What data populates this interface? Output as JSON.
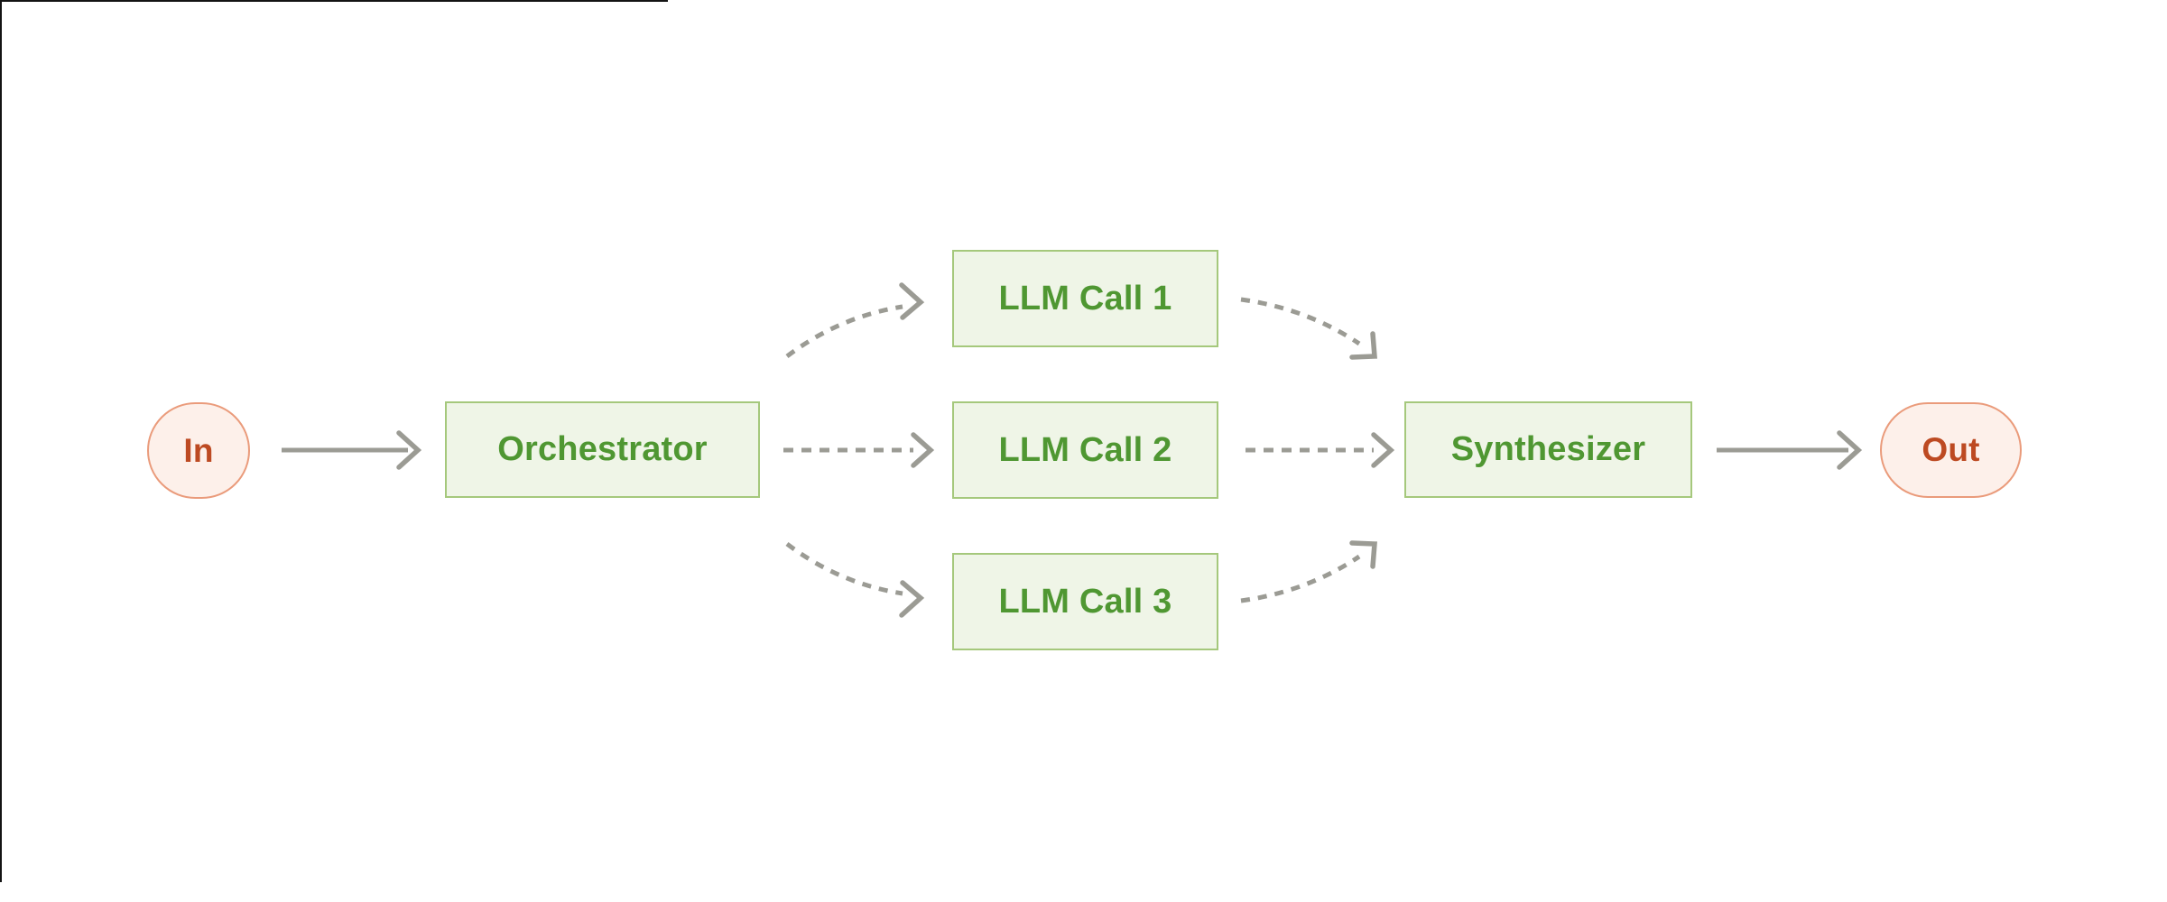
{
  "nodes": {
    "in": {
      "label": "In"
    },
    "orchestrator": {
      "label": "Orchestrator"
    },
    "llm_call_1": {
      "label": "LLM Call 1"
    },
    "llm_call_2": {
      "label": "LLM Call 2"
    },
    "llm_call_3": {
      "label": "LLM Call 3"
    },
    "synthesizer": {
      "label": "Synthesizer"
    },
    "out": {
      "label": "Out"
    }
  },
  "edges": [
    {
      "from": "In",
      "to": "Orchestrator",
      "style": "solid"
    },
    {
      "from": "Orchestrator",
      "to": "LLM Call 1",
      "style": "dashed"
    },
    {
      "from": "Orchestrator",
      "to": "LLM Call 2",
      "style": "dashed"
    },
    {
      "from": "Orchestrator",
      "to": "LLM Call 3",
      "style": "dashed"
    },
    {
      "from": "LLM Call 1",
      "to": "Synthesizer",
      "style": "dashed"
    },
    {
      "from": "LLM Call 2",
      "to": "Synthesizer",
      "style": "dashed"
    },
    {
      "from": "LLM Call 3",
      "to": "Synthesizer",
      "style": "dashed"
    },
    {
      "from": "Synthesizer",
      "to": "Out",
      "style": "solid"
    }
  ],
  "colors": {
    "bg": "#ffffff",
    "green_fill": "#eff5e7",
    "green_border": "#a5c87c",
    "green_text": "#4f9732",
    "pink_fill": "#fdf0ea",
    "pink_border": "#ea9b7b",
    "red_text": "#bd4a22",
    "arrow_gray": "#9b9b94",
    "frame_black": "#141414"
  }
}
